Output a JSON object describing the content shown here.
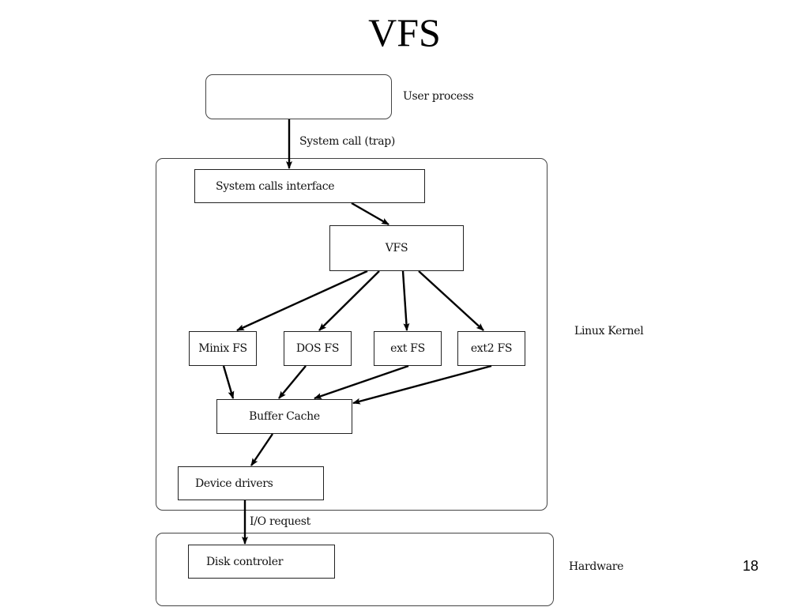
{
  "slide": {
    "title": "VFS",
    "page_number": "18"
  },
  "diagram": {
    "layers": {
      "user_process": "User process",
      "linux_kernel": "Linux Kernel",
      "hardware": "Hardware"
    },
    "edge_labels": {
      "system_call": "System call (trap)",
      "io_request": "I/O request"
    },
    "nodes": {
      "syscall_interface": "System calls interface",
      "vfs": "VFS",
      "minix_fs": "Minix FS",
      "dos_fs": "DOS FS",
      "ext_fs": "ext FS",
      "ext2_fs": "ext2 FS",
      "buffer_cache": "Buffer Cache",
      "device_drivers": "Device drivers",
      "disk_controller": "Disk controler"
    },
    "edges": [
      {
        "from": "user_process",
        "to": "syscall_interface",
        "label": "System call (trap)"
      },
      {
        "from": "syscall_interface",
        "to": "vfs"
      },
      {
        "from": "vfs",
        "to": "minix_fs"
      },
      {
        "from": "vfs",
        "to": "dos_fs"
      },
      {
        "from": "vfs",
        "to": "ext_fs"
      },
      {
        "from": "vfs",
        "to": "ext2_fs"
      },
      {
        "from": "minix_fs",
        "to": "buffer_cache"
      },
      {
        "from": "dos_fs",
        "to": "buffer_cache"
      },
      {
        "from": "ext_fs",
        "to": "buffer_cache"
      },
      {
        "from": "ext2_fs",
        "to": "buffer_cache"
      },
      {
        "from": "buffer_cache",
        "to": "device_drivers"
      },
      {
        "from": "device_drivers",
        "to": "disk_controller",
        "label": "I/O request"
      }
    ]
  }
}
